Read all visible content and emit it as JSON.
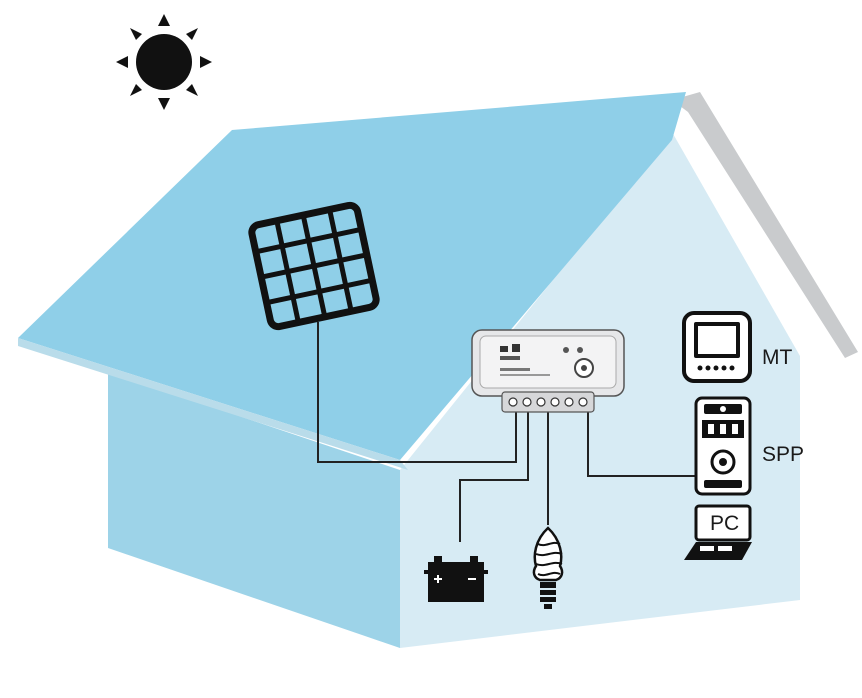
{
  "labels": {
    "mt": "MT",
    "spp": "SPP",
    "pc": "PC"
  },
  "colors": {
    "roof": "#8fcfe8",
    "roof_edge": "#c9cbcd",
    "wall_front": "#9dd3e8",
    "wall_gable": "#d7ebf4",
    "ink": "#111111",
    "controller": "#e6e7e9"
  },
  "icons": [
    "sun-icon",
    "solar-panel-icon",
    "charge-controller-icon",
    "battery-icon",
    "light-bulb-icon",
    "meter-icon",
    "smart-power-plug-icon",
    "laptop-icon"
  ]
}
